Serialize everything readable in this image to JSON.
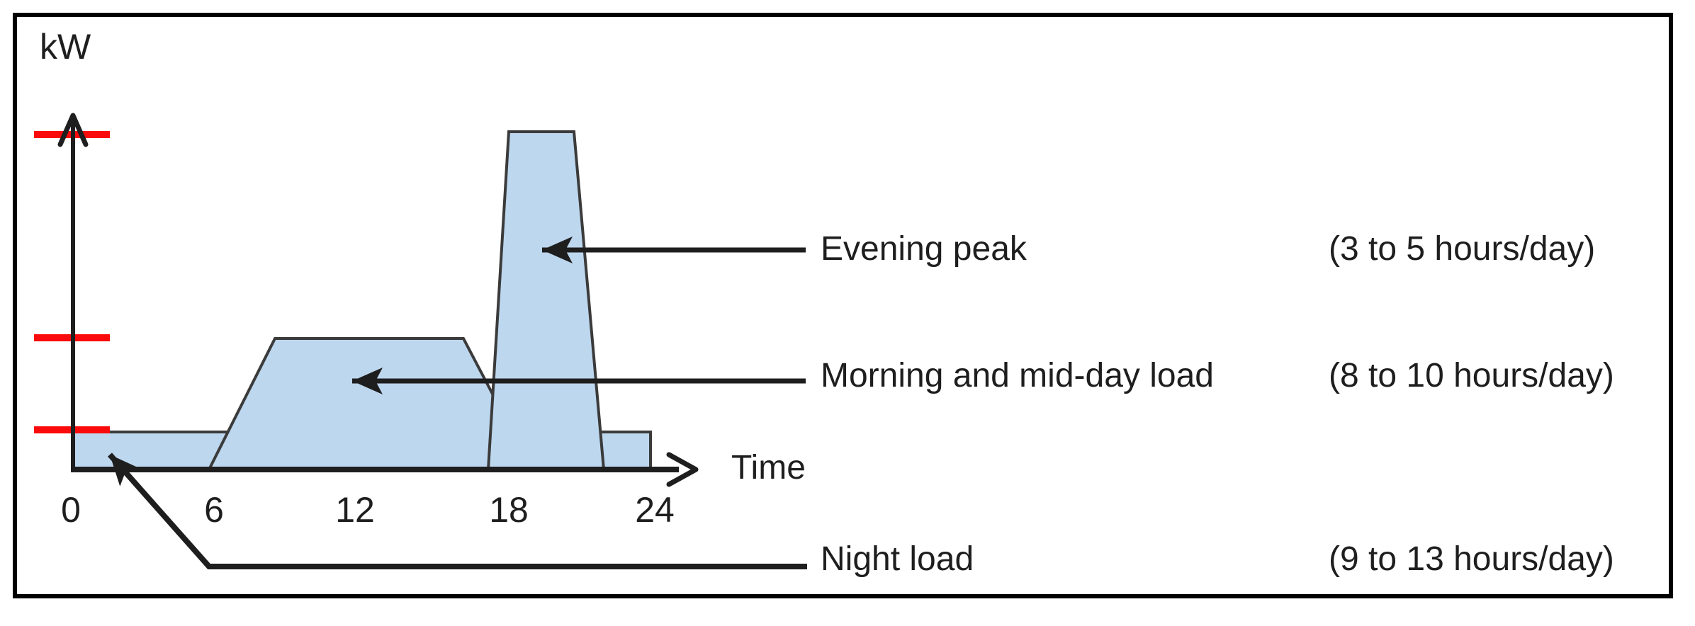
{
  "figure": {
    "frame": {
      "description": "black rectangular border around the whole figure"
    },
    "y_axis": {
      "unit_label": "kW",
      "tick_style": "three unlabeled red level marks"
    },
    "x_axis": {
      "title": "Time",
      "tick_labels": [
        "0",
        "6",
        "12",
        "18",
        "24"
      ]
    },
    "annotations": [
      {
        "id": "evening-peak",
        "label": "Evening peak",
        "hours": "(3 to 5 hours/day)"
      },
      {
        "id": "morning-load",
        "label": "Morning and mid-day load",
        "hours": "(8 to 10 hours/day)"
      },
      {
        "id": "night-load",
        "label": "Night load",
        "hours": "(9 to 13 hours/day)"
      }
    ],
    "colors": {
      "area_fill": "#BDD7EE",
      "area_outline": "#3b3b3b",
      "ink": "#1e1e1e",
      "level_mark_red": "#fa0a0a",
      "background": "#ffffff"
    }
  },
  "chart_data": {
    "type": "area",
    "xlabel": "Time",
    "ylabel": "kW",
    "x_unit": "hour of day",
    "x_ticks": [
      0,
      6,
      12,
      18,
      24
    ],
    "xlim": [
      0,
      24
    ],
    "grid": false,
    "y_ticks": "unlabeled red marks at the night, mid-day and evening-peak load levels",
    "relative_levels": {
      "night": 0.11,
      "midday": 0.39,
      "evening_peak": 1.0
    },
    "series": [
      {
        "name": "Night load",
        "duration_label": "(9 to 13 hours/day)",
        "shape": "rectangle",
        "points_hour_vs_relative_load": [
          [
            0,
            0.11
          ],
          [
            24,
            0.11
          ]
        ]
      },
      {
        "name": "Morning and mid-day load",
        "duration_label": "(8 to 10 hours/day)",
        "shape": "trapezoid",
        "points_hour_vs_relative_load": [
          [
            5.6,
            0
          ],
          [
            8.3,
            0.39
          ],
          [
            16.2,
            0.39
          ],
          [
            19.0,
            0
          ]
        ]
      },
      {
        "name": "Evening peak",
        "duration_label": "(3 to 5 hours/day)",
        "shape": "tapered tower",
        "points_hour_vs_relative_load": [
          [
            17.2,
            0
          ],
          [
            18.1,
            1.0
          ],
          [
            20.8,
            1.0
          ],
          [
            22.0,
            0
          ]
        ]
      }
    ],
    "composite_outline_hour_vs_relative_load": [
      [
        0,
        0.11
      ],
      [
        5.6,
        0.11
      ],
      [
        8.3,
        0.39
      ],
      [
        16.2,
        0.39
      ],
      [
        17.2,
        0.24
      ],
      [
        18.1,
        1.0
      ],
      [
        20.8,
        1.0
      ],
      [
        21.8,
        0.11
      ],
      [
        23.9,
        0.11
      ],
      [
        23.9,
        0
      ]
    ],
    "annotations": [
      {
        "text": "Evening peak (3 to 5 hours/day)",
        "arrow_points_to_hour": 19.4
      },
      {
        "text": "Morning and mid-day load (8 to 10 hours/day)",
        "arrow_points_to_hour": 11.5
      },
      {
        "text": "Night load (9 to 13 hours/day)",
        "arrow_points_to_hour": 1.5
      }
    ]
  }
}
